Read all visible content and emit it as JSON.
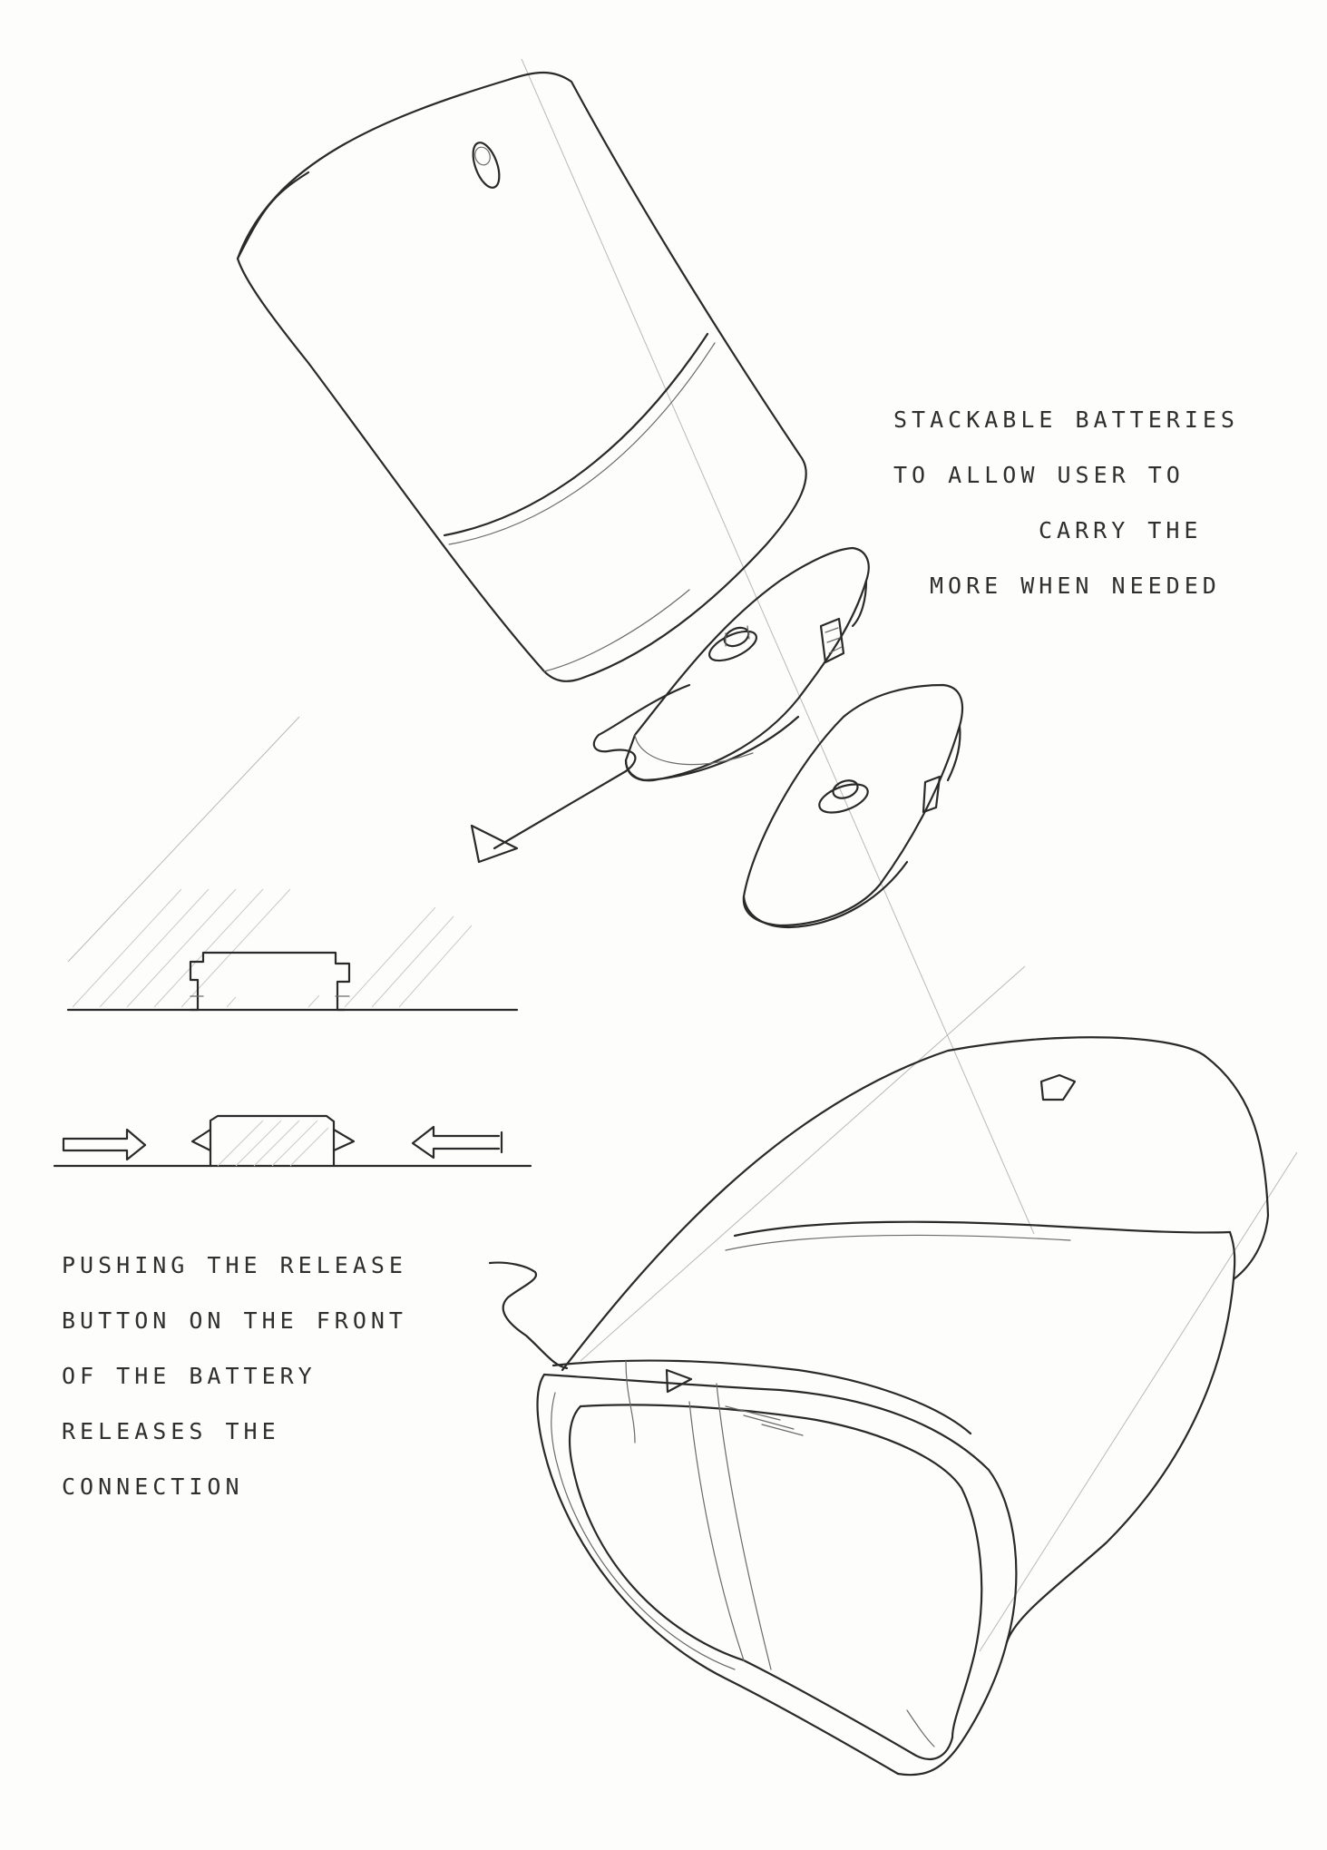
{
  "annotations": {
    "stackable": {
      "lines": [
        "STACKABLE BATTERIES",
        "TO ALLOW USER TO",
        "CARRY THE",
        "MORE WHEN NEEDED"
      ]
    },
    "release": {
      "lines": [
        "PUSHING THE RELEASE",
        "BUTTON ON THE FRONT",
        "OF THE BATTERY",
        "RELEASES THE",
        "CONNECTION"
      ]
    }
  },
  "colors": {
    "ink": "#2a2a2a",
    "paper": "#fdfdfc"
  }
}
